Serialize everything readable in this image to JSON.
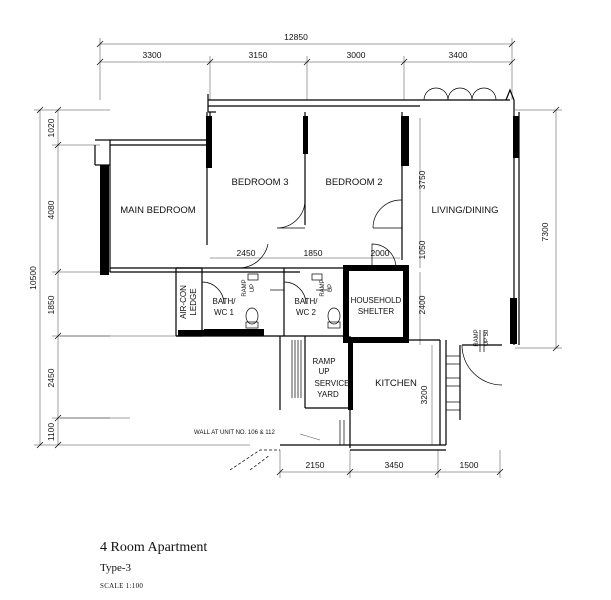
{
  "caption": {
    "title": "4 Room Apartment",
    "subtitle": "Type-3",
    "scale": "SCALE 1:100"
  },
  "rooms": {
    "main_bedroom": "MAIN BEDROOM",
    "bedroom3": "BEDROOM 3",
    "bedroom2": "BEDROOM 2",
    "living": "LIVING/DINING",
    "bath1_a": "BATH/",
    "bath1_b": "WC 1",
    "bath2_a": "BATH/",
    "bath2_b": "WC 2",
    "shelter_a": "HOUSEHOLD",
    "shelter_b": "SHELTER",
    "aircon_a": "AIR-CON",
    "aircon_b": "LEDGE",
    "service_a": "SERVICE",
    "service_b": "YARD",
    "kitchen": "KITCHEN",
    "ramp_up": "RAMP",
    "ramp_up2": "UP",
    "ramp50": "RAMP",
    "ramp50b": "UP 50"
  },
  "dimensions": {
    "top_total": "12850",
    "top_1": "3300",
    "top_2": "3150",
    "top_3": "3000",
    "top_4": "3400",
    "left_total": "10500",
    "left_1": "1020",
    "left_2": "4080",
    "left_3": "1850",
    "left_4": "2450",
    "left_5": "1100",
    "right_total": "7300",
    "inner_3750": "3750",
    "inner_1050": "1050",
    "inner_2400": "2400",
    "inner_3200": "3200",
    "mid_2450": "2450",
    "mid_1850": "1850",
    "mid_2000": "2000",
    "bottom_1": "2150",
    "bottom_2": "3450",
    "bottom_3": "1500"
  },
  "notes": {
    "wall_note": "WALL AT UNIT NO. 106 & 112"
  }
}
